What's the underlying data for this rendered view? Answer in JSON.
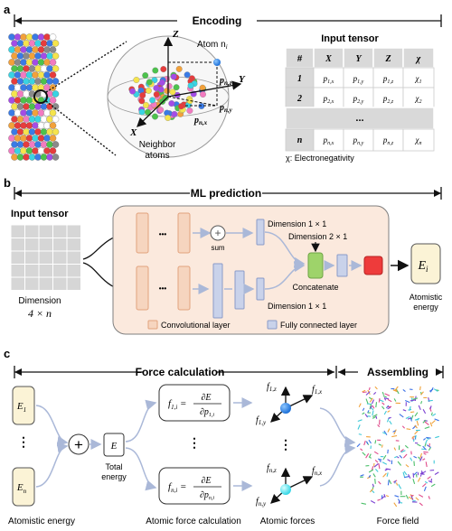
{
  "panel_a": {
    "letter": "a",
    "section_encoding": "Encoding",
    "atom_label": "Atom n",
    "atom_sub": "i",
    "axis_z": "Z",
    "axis_y": "Y",
    "axis_x": "X",
    "p_z": "p",
    "p_z_sub": "n,z",
    "p_y": "p",
    "p_y_sub": "n,y",
    "p_x": "p",
    "p_x_sub": "n,x",
    "neighbor_line1": "Neighbor",
    "neighbor_line2": "atoms",
    "table_title": "Input tensor",
    "table_headers": [
      "#",
      "X",
      "Y",
      "Z",
      "χ"
    ],
    "table_rows": [
      [
        "1",
        "p1,x",
        "p1,y",
        "p1,z",
        "χ1"
      ],
      [
        "2",
        "p2,x",
        "p2,y",
        "p2,z",
        "χ2"
      ],
      [
        "...",
        "",
        "",
        "",
        ""
      ],
      [
        "n",
        "pn,x",
        "pn,y",
        "pn,z",
        "χn"
      ]
    ],
    "legend_chi": "χ: Electronegativity"
  },
  "panel_b": {
    "letter": "b",
    "section_ml": "ML prediction",
    "input_tensor": "Input tensor",
    "dimension": "Dimension",
    "dimension_value": "4 × n",
    "dots": "•••",
    "sum": "sum",
    "dim_1x1_top": "Dimension 1 × 1",
    "dim_2x1": "Dimension 2 × 1",
    "dim_1x1_bottom": "Dimension 1 × 1",
    "concatenate": "Concatenate",
    "legend_conv": "Convolutional layer",
    "legend_fc": "Fully connected layer",
    "energy_symbol": "E",
    "energy_sub": "i",
    "atomistic_energy_1": "Atomistic",
    "atomistic_energy_2": "energy"
  },
  "panel_c": {
    "letter": "c",
    "section_force": "Force calculation",
    "section_assembling": "Assembling",
    "e1": "E",
    "e1_sub": "1",
    "en": "E",
    "en_sub": "n",
    "vdots": "⋮",
    "plus": "+",
    "e_total": "E",
    "total_energy_1": "Total",
    "total_energy_2": "energy",
    "f1": "f1,i = ∂E / ∂p1,i",
    "fn": "fn,i = ∂E / ∂pn,i",
    "f1z": "f1,z",
    "f1x": "f1,x",
    "f1y": "f1,y",
    "fnz": "fn,z",
    "fnx": "fn,x",
    "fny": "fn,y",
    "label_atomistic_energy": "Atomistic energy",
    "label_atomic_force_calc": "Atomic force calculation",
    "label_atomic_forces": "Atomic forces",
    "label_force_field": "Force field"
  },
  "colors": {
    "conv_fill": "#f6d5bf",
    "conv_stroke": "#e2a27d",
    "fc_fill": "#c9d2ea",
    "fc_stroke": "#8a9bc8",
    "concat_green": "#9ed36a",
    "output_red": "#ee3b3b",
    "panel_bg": "#fbe9dd",
    "energy_box": "#fbf3d6",
    "grid_fill": "#d6d6d6",
    "table_gray": "#d9d9d9",
    "arrow_gray": "#aab8d8"
  }
}
